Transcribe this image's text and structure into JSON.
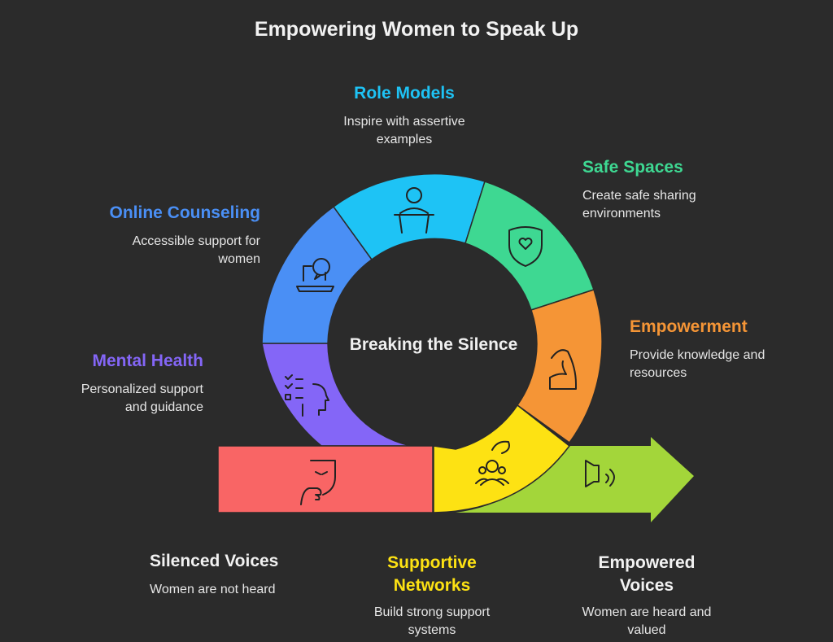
{
  "title": "Empowering Women to Speak Up",
  "center": "Breaking the Silence",
  "colors": {
    "background": "#2b2b2b",
    "online_counseling": "#4a8ff5",
    "role_models": "#1ec3f5",
    "safe_spaces": "#3ed892",
    "empowerment": "#f59536",
    "supportive_networks": "#fde213",
    "mental_health": "#8466f7",
    "silenced_voices": "#f96565",
    "empowered_voices": "#a3d63a"
  },
  "stages": [
    {
      "id": "role_models",
      "title": "Role Models",
      "desc": "Inspire with assertive examples",
      "icon": "speaker-podium-icon"
    },
    {
      "id": "safe_spaces",
      "title": "Safe Spaces",
      "desc": "Create safe sharing environments",
      "icon": "shield-heart-icon"
    },
    {
      "id": "online_counseling",
      "title": "Online Counseling",
      "desc": "Accessible support for women",
      "icon": "laptop-chat-icon"
    },
    {
      "id": "empowerment",
      "title": "Empowerment",
      "desc": "Provide knowledge and resources",
      "icon": "flexed-arm-icon"
    },
    {
      "id": "mental_health",
      "title": "Mental Health",
      "desc": "Personalized support and guidance",
      "icon": "head-checklist-icon"
    },
    {
      "id": "silenced_voices",
      "title": "Silenced Voices",
      "desc": "Women are not heard",
      "icon": "mask-icon"
    },
    {
      "id": "supportive_networks",
      "title": "Supportive Networks",
      "desc": "Build strong support systems",
      "icon": "group-hand-icon"
    },
    {
      "id": "empowered_voices",
      "title": "Empowered Voices",
      "desc": "Women are heard and valued",
      "icon": "speaker-icon"
    }
  ]
}
